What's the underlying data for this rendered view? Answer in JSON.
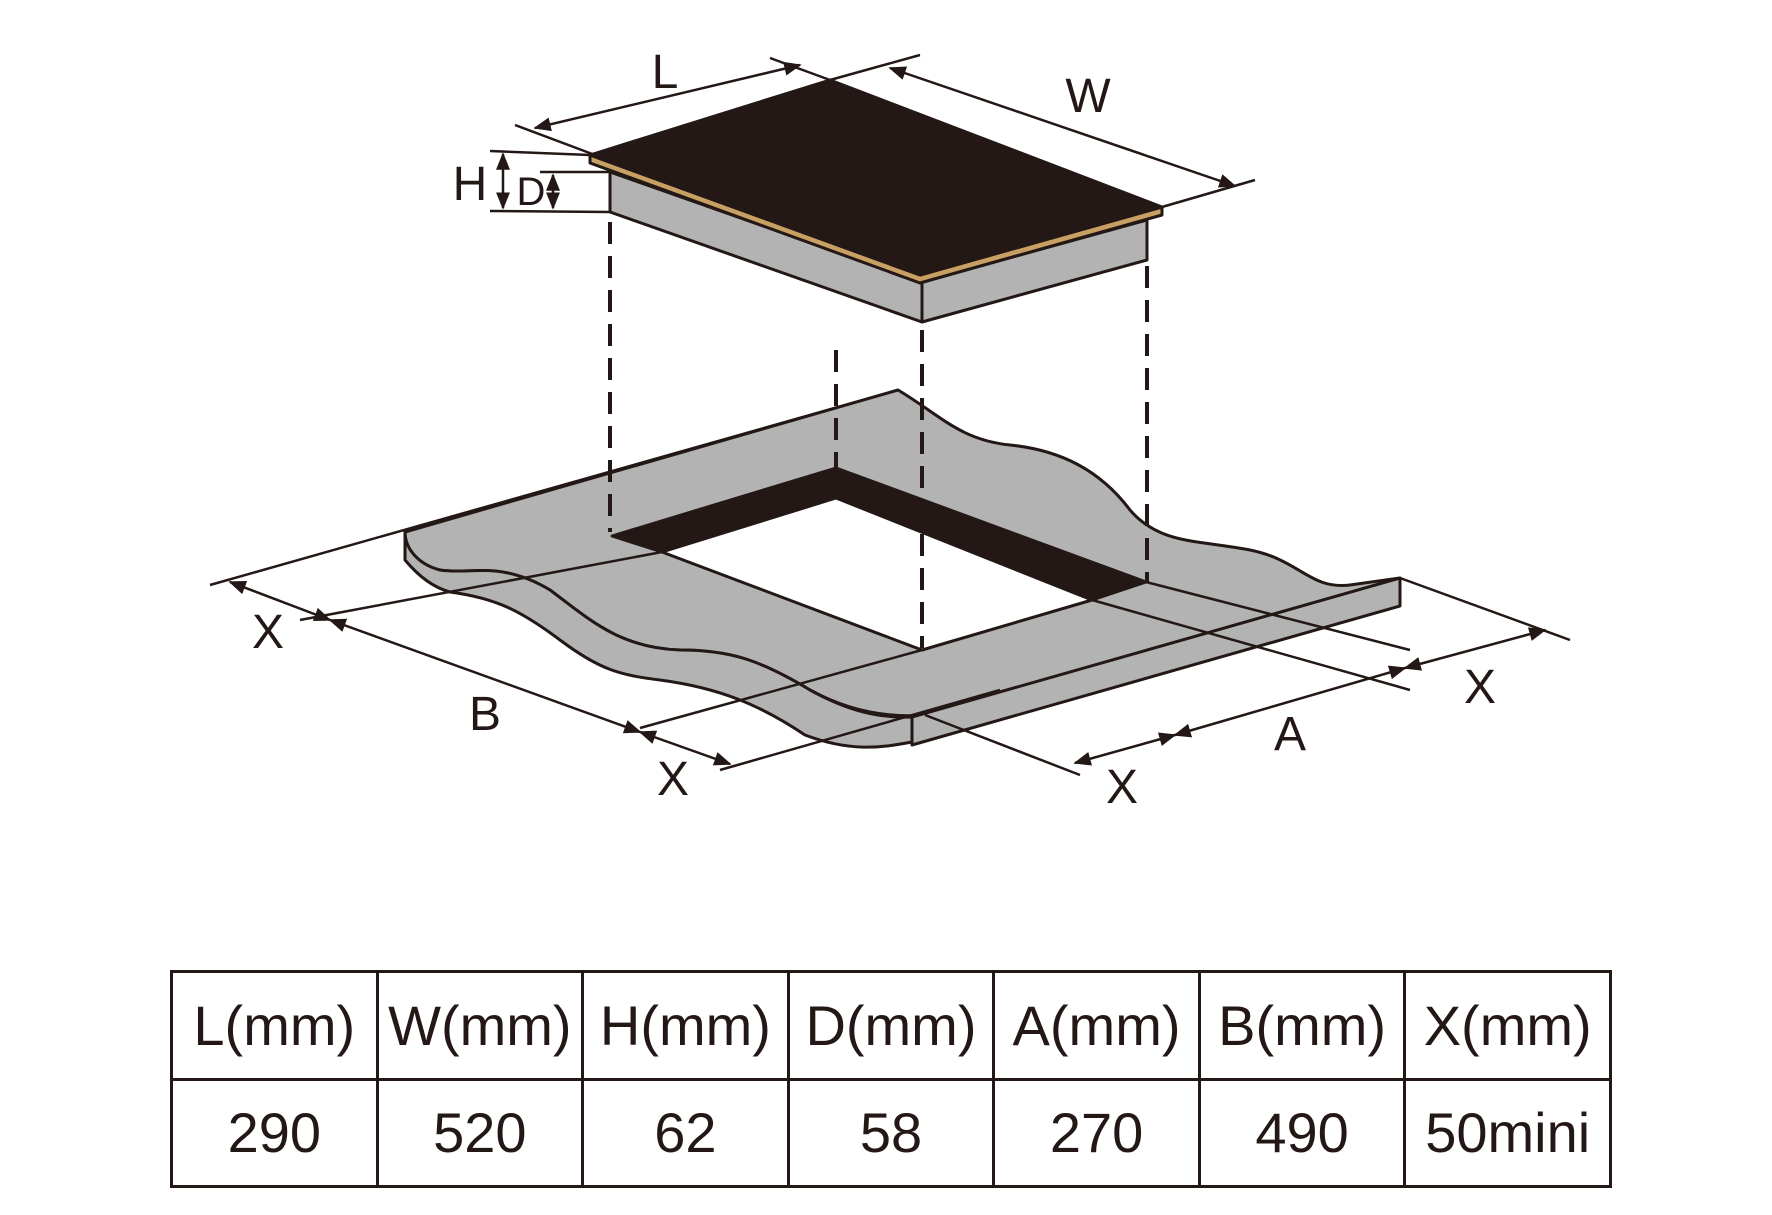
{
  "diagram": {
    "labels": {
      "L": "L",
      "W": "W",
      "H": "H",
      "D": "D",
      "A": "A",
      "B": "B",
      "X": "X"
    },
    "colors": {
      "glass_top": "#231815",
      "glass_edge": "#c8a064",
      "body_gray": "#b3b3b3",
      "cutout_wall": "#231815",
      "line": "#231815"
    }
  },
  "table": {
    "headers": [
      "L(mm)",
      "W(mm)",
      "H(mm)",
      "D(mm)",
      "A(mm)",
      "B(mm)",
      "X(mm)"
    ],
    "values": [
      "290",
      "520",
      "62",
      "58",
      "270",
      "490",
      "50mini"
    ]
  }
}
